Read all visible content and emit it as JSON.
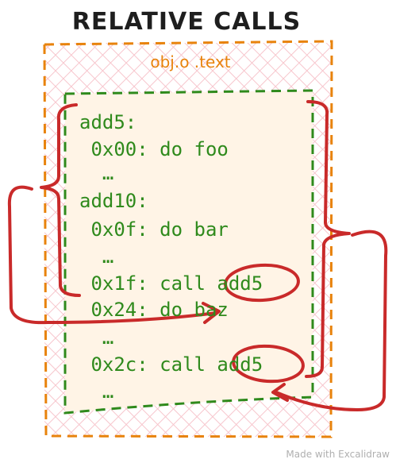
{
  "title": "RELATIVE CALLS",
  "section": {
    "label": "obj.o .text"
  },
  "code_lines": [
    "add5:",
    " 0x00: do foo",
    "  …",
    "add10:",
    " 0x0f: do bar",
    "  …",
    " 0x1f: call add5",
    " 0x24: do baz",
    "  …",
    " 0x2c: call add5",
    "  …"
  ],
  "footer": "Made with Excalidraw",
  "colors": {
    "section_border": "#e8830c",
    "code_border": "#2f8a1c",
    "code_text": "#2f8a1c",
    "annotation": "#c92a2a",
    "hatch": "#f7c6cd",
    "code_fill": "#fff4e6"
  }
}
